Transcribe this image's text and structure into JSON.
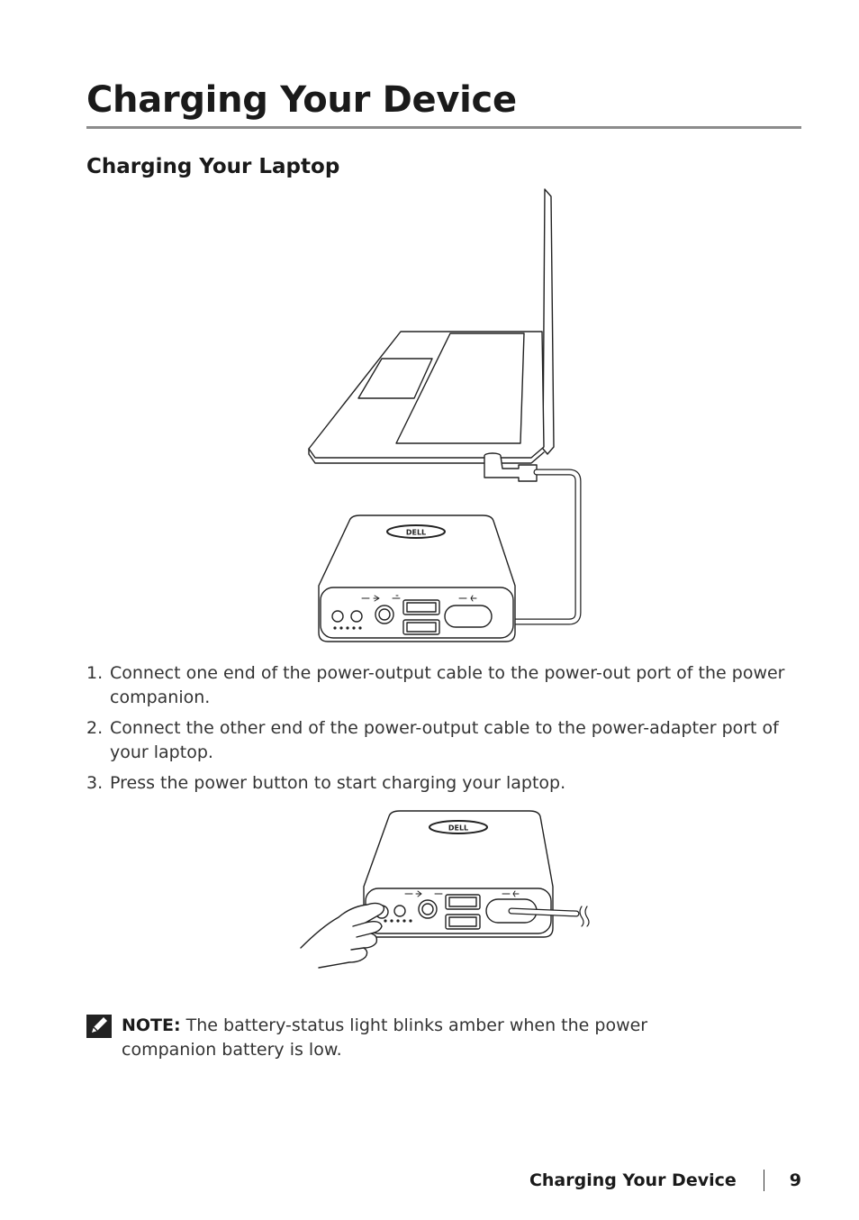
{
  "page": {
    "title": "Charging Your Device",
    "section_title": "Charging Your Laptop"
  },
  "steps": [
    {
      "num": "1.",
      "text": "Connect one end of the power-output cable to the power-out port of the power companion."
    },
    {
      "num": "2.",
      "text": "Connect the other end of the power-output cable to the power-adapter port of your laptop."
    },
    {
      "num": "3.",
      "text": "Press the power button to start charging your laptop."
    }
  ],
  "note": {
    "label": "NOTE:",
    "text": "The battery-status light blinks amber when the power companion battery is low.",
    "icon": "pencil-note-icon"
  },
  "figures": {
    "laptop_logo": "DELL",
    "press_logo": "DELL"
  },
  "footer": {
    "section": "Charging Your Device",
    "page_number": "9"
  }
}
